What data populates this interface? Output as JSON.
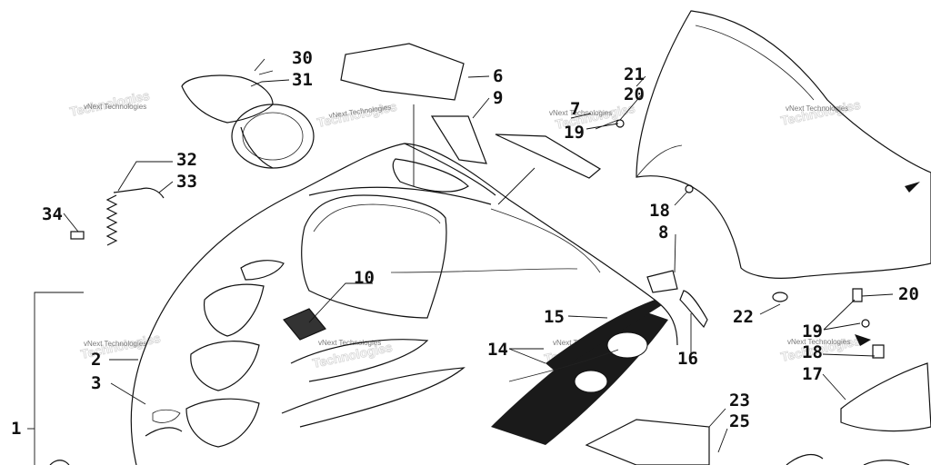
{
  "diagram": {
    "callouts": {
      "n1": "1",
      "n2": "2",
      "n3": "3",
      "n6": "6",
      "n7": "7",
      "n8": "8",
      "n9": "9",
      "n10": "10",
      "n14": "14",
      "n15": "15",
      "n16": "16",
      "n17": "17",
      "n18a": "18",
      "n18b": "18",
      "n19a": "19",
      "n19b": "19",
      "n20a": "20",
      "n20b": "20",
      "n21": "21",
      "n22": "22",
      "n23": "23",
      "n25": "25",
      "n30": "30",
      "n31": "31",
      "n32": "32",
      "n33": "33",
      "n34": "34"
    },
    "watermark": "vNext Technologies",
    "watermark_ghost": "Technologies"
  }
}
